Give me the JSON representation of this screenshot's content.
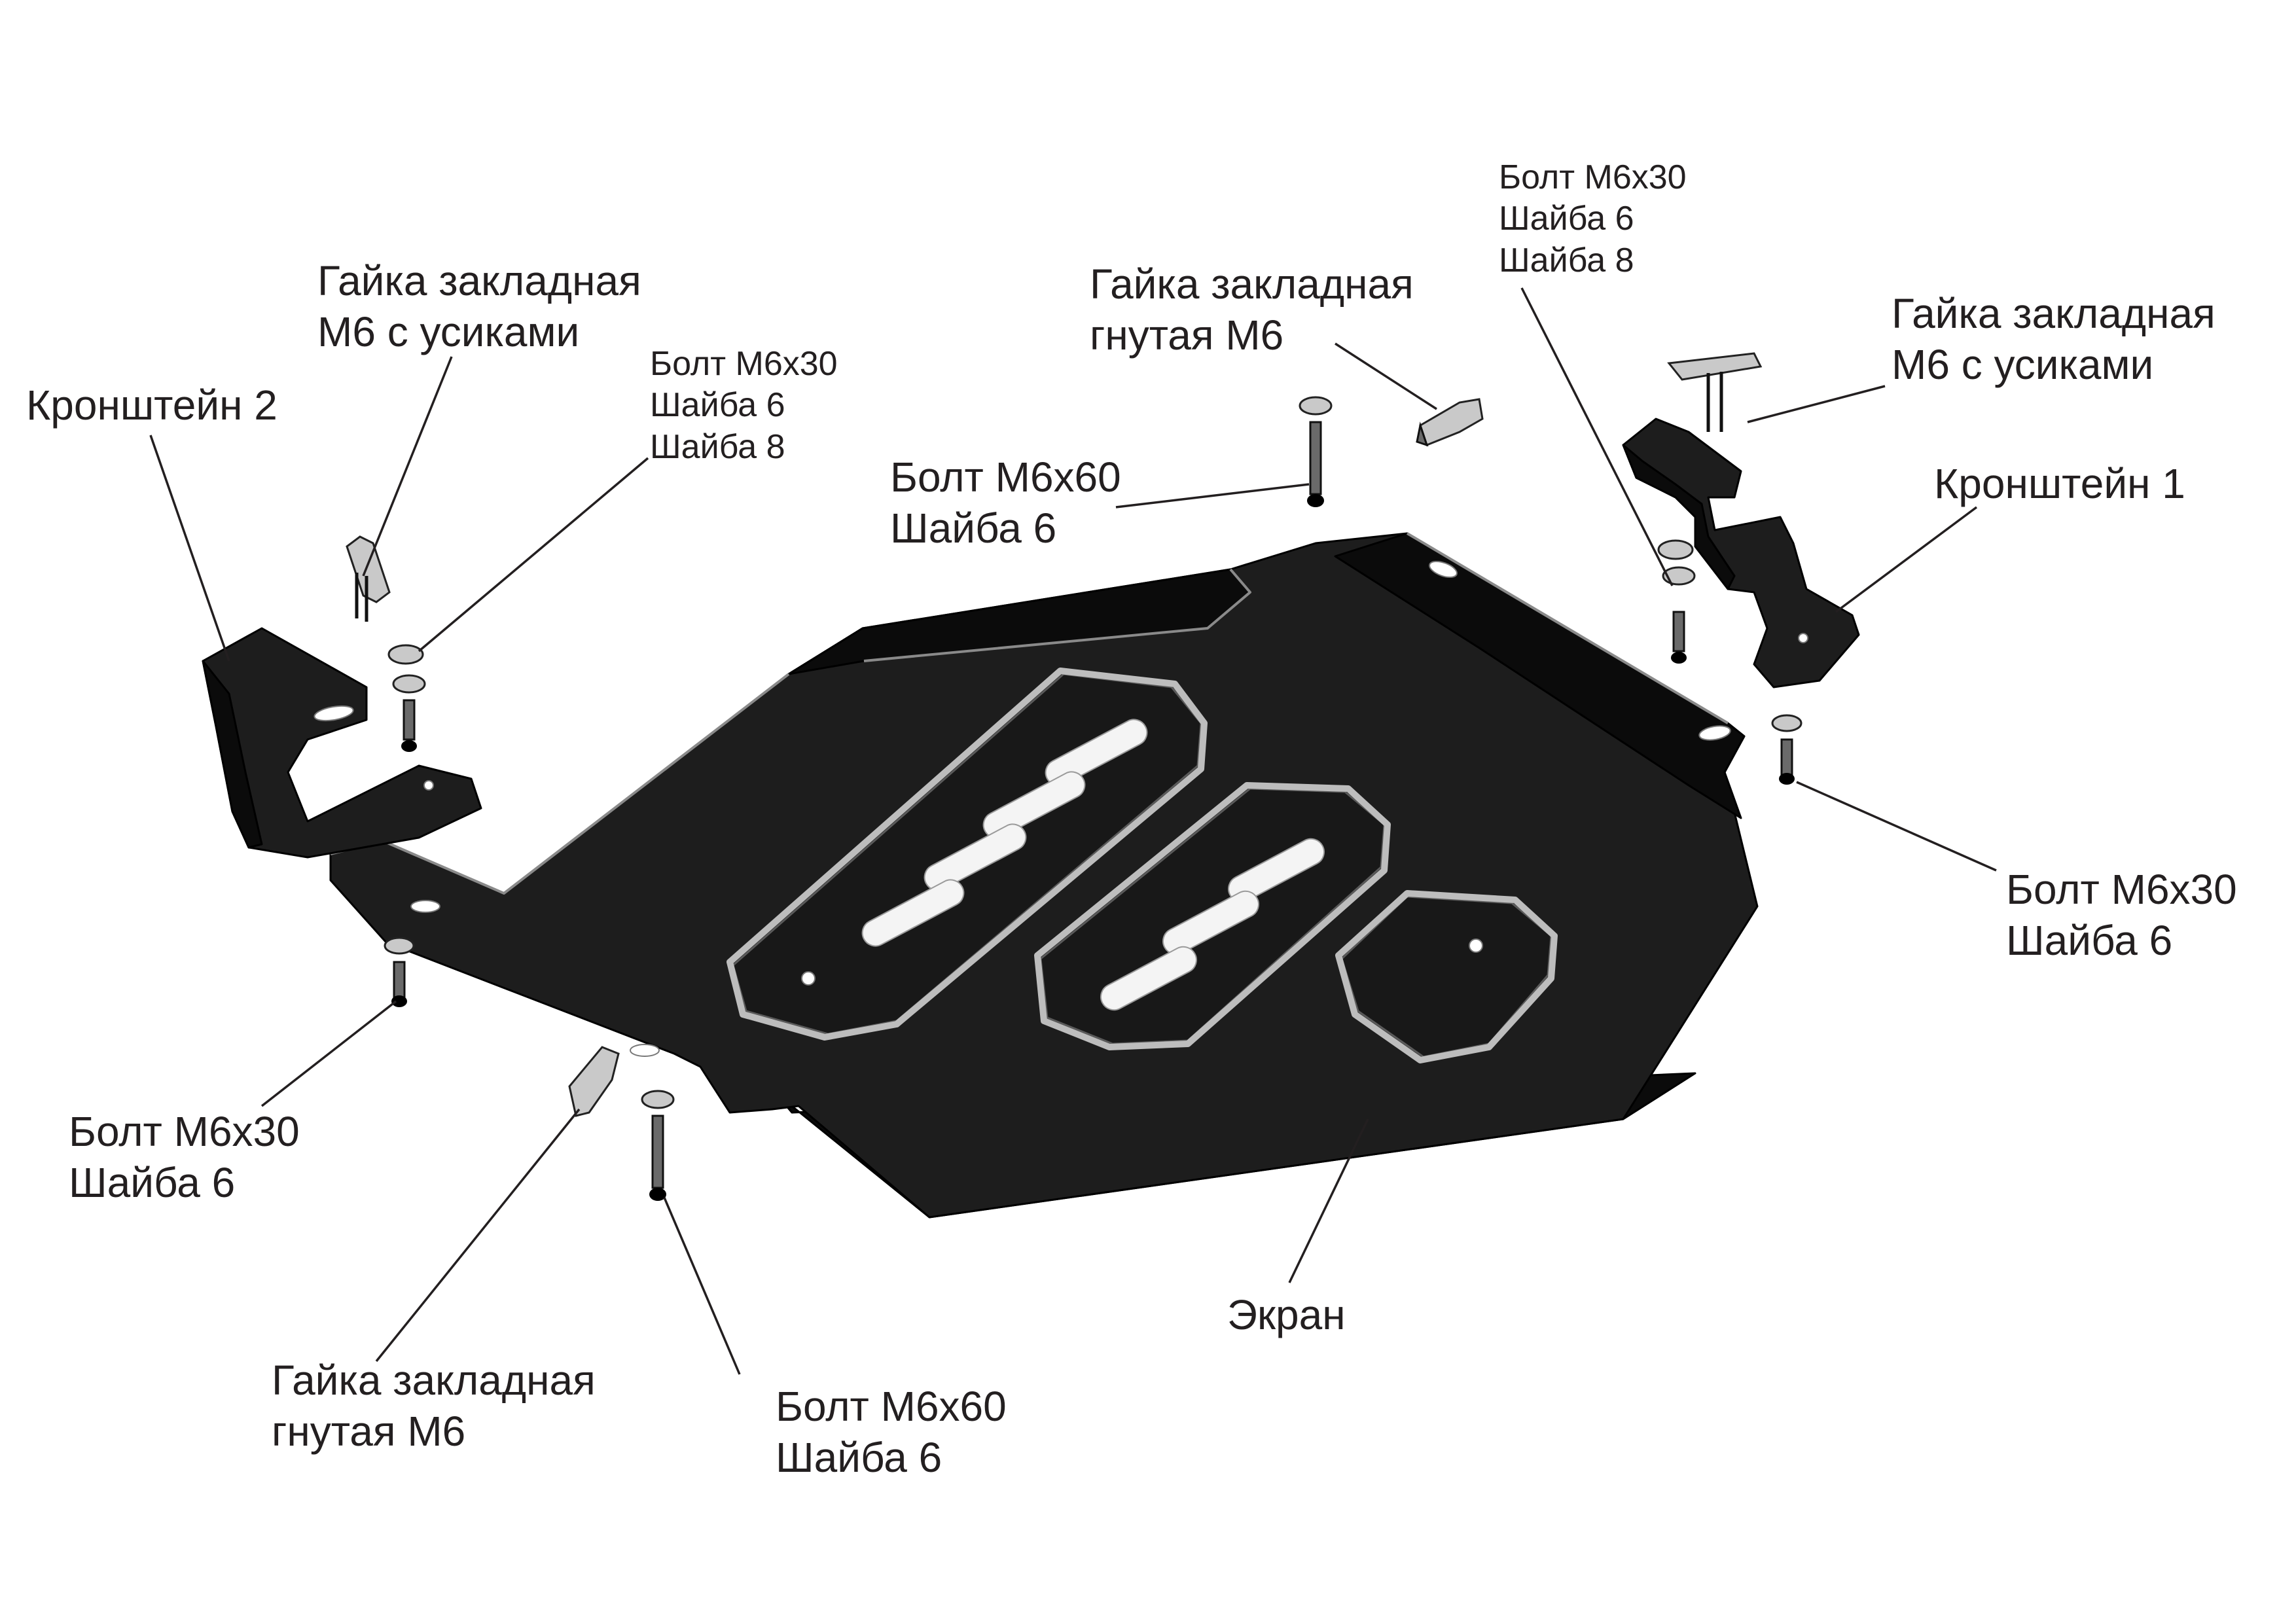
{
  "labels": {
    "kronshtein2": [
      "Кронштейн 2"
    ],
    "gaika_left_top": [
      "Гайка закладная",
      "М6 с усиками"
    ],
    "bolt_left_top": [
      "Болт М6х30",
      "Шайба 6",
      "Шайба 8"
    ],
    "gaika_center_top": [
      "Гайка закладная",
      "гнутая М6"
    ],
    "bolt_center_top": [
      "Болт М6х60",
      "Шайба 6"
    ],
    "bolt_right_top": [
      "Болт М6х30",
      "Шайба 6",
      "Шайба 8"
    ],
    "gaika_right_top": [
      "Гайка закладная",
      "М6 с усиками"
    ],
    "kronshtein1": [
      "Кронштейн 1"
    ],
    "bolt_right_mid": [
      "Болт М6х30",
      "Шайба 6"
    ],
    "bolt_left_bottom": [
      "Болт М6х30",
      "Шайба 6"
    ],
    "gaika_bottom": [
      "Гайка закладная",
      "гнутая М6"
    ],
    "bolt_bottom": [
      "Болт М6х60",
      "Шайба 6"
    ],
    "ekran": [
      "Экран"
    ]
  }
}
